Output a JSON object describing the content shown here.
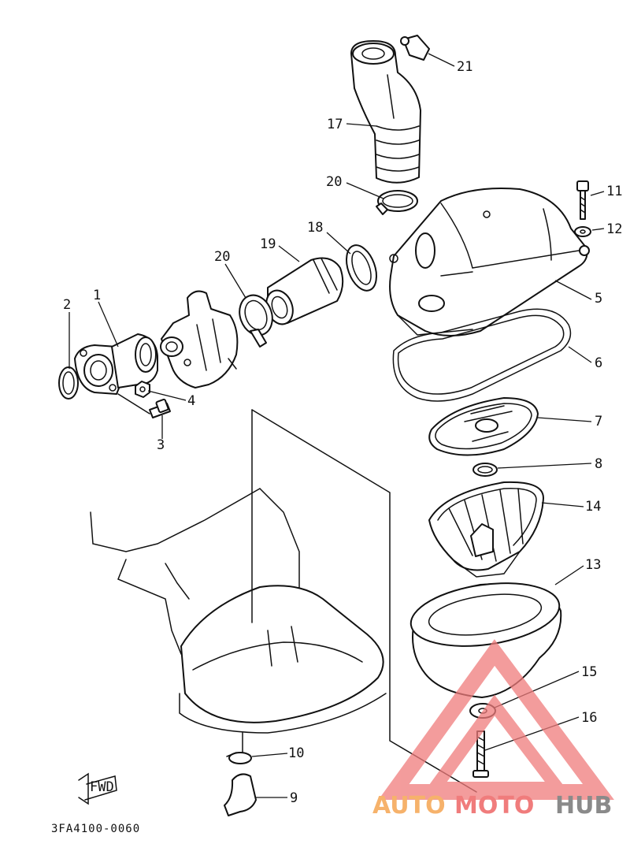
{
  "diagram": {
    "drawing_code": "3FA4100-0060",
    "fwd_label": "FWD",
    "callouts": [
      "1",
      "2",
      "3",
      "4",
      "5",
      "6",
      "7",
      "8",
      "9",
      "10",
      "11",
      "12",
      "13",
      "14",
      "15",
      "16",
      "17",
      "18",
      "19",
      "20",
      "20",
      "21"
    ]
  },
  "watermark": {
    "auto": "AUTO",
    "moto": "MOTO",
    "hub": "HUB",
    "color_primary": "#f07c7c",
    "color_accent": "#f6b26b",
    "color_dark": "#8a8a8a"
  }
}
